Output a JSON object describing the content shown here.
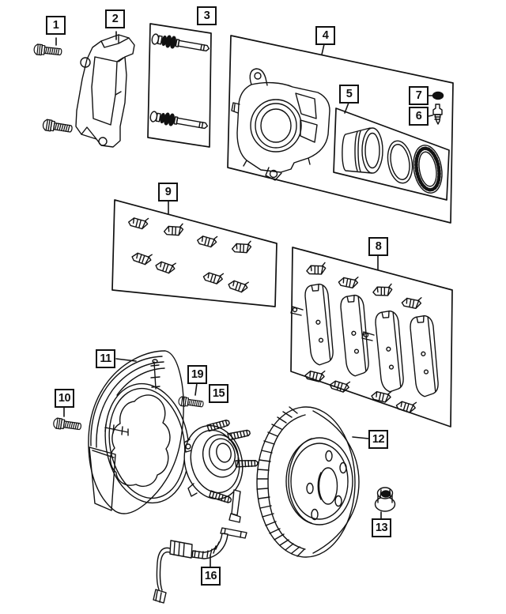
{
  "colors": {
    "line": "#111111",
    "background": "#ffffff"
  },
  "callouts": {
    "1": {
      "label": "1"
    },
    "2": {
      "label": "2"
    },
    "3": {
      "label": "3"
    },
    "4": {
      "label": "4"
    },
    "5": {
      "label": "5"
    },
    "6": {
      "label": "6"
    },
    "7": {
      "label": "7"
    },
    "8": {
      "label": "8"
    },
    "9": {
      "label": "9"
    },
    "10": {
      "label": "10"
    },
    "11": {
      "label": "11"
    },
    "12": {
      "label": "12"
    },
    "13": {
      "label": "13"
    },
    "15": {
      "label": "15"
    },
    "16": {
      "label": "16"
    },
    "19": {
      "label": "19"
    }
  }
}
